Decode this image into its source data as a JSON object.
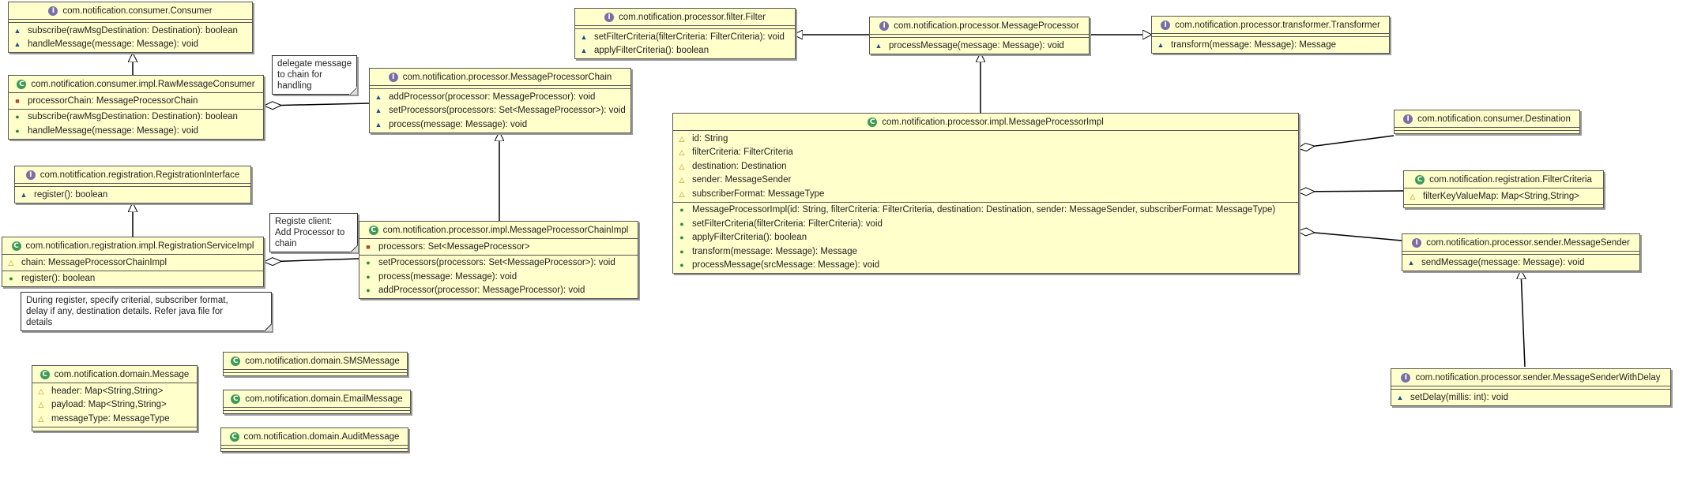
{
  "classes": {
    "consumer": {
      "title": "com.notification.consumer.Consumer",
      "kind": "I",
      "fields": [],
      "methods": [
        {
          "vis": "pkg",
          "text": "subscribe(rawMsgDestination: Destination): boolean"
        },
        {
          "vis": "pkg",
          "text": "handleMessage(message: Message): void"
        }
      ]
    },
    "raw_consumer": {
      "title": "com.notification.consumer.impl.RawMessageConsumer",
      "kind": "C",
      "fields": [
        {
          "vis": "prv",
          "text": "processorChain: MessageProcessorChain"
        }
      ],
      "methods": [
        {
          "vis": "pub",
          "text": "subscribe(rawMsgDestination: Destination): boolean"
        },
        {
          "vis": "pub",
          "text": "handleMessage(message: Message): void"
        }
      ]
    },
    "registration_iface": {
      "title": "com.notitfication.registration.RegistrationInterface",
      "kind": "I",
      "fields": [],
      "methods": [
        {
          "vis": "pkg",
          "text": "register(): boolean"
        }
      ]
    },
    "registration_impl": {
      "title": "com.notification.registration.impl.RegistrationServiceImpl",
      "kind": "C",
      "fields": [
        {
          "vis": "pro",
          "text": "chain: MessageProcessorChainImpl"
        }
      ],
      "methods": [
        {
          "vis": "pub",
          "text": "register(): boolean"
        }
      ]
    },
    "processor_chain": {
      "title": "com.notification.processor.MessageProcessorChain",
      "kind": "I",
      "fields": [],
      "methods": [
        {
          "vis": "pkg",
          "text": "addProcessor(processor: MessageProcessor): void"
        },
        {
          "vis": "pkg",
          "text": "setProcessors(processors: Set<MessageProcessor>): void"
        },
        {
          "vis": "pkg",
          "text": "process(message: Message): void"
        }
      ]
    },
    "processor_chain_impl": {
      "title": "com.notification.processor.impl.MessageProcessorChainImpl",
      "kind": "C",
      "fields": [
        {
          "vis": "prv",
          "text": "processors: Set<MessageProcessor>"
        }
      ],
      "methods": [
        {
          "vis": "pub",
          "text": "setProcessors(processors: Set<MessageProcessor>): void"
        },
        {
          "vis": "pub",
          "text": "process(message: Message): void"
        },
        {
          "vis": "pub",
          "text": "addProcessor(processor: MessageProcessor): void"
        }
      ]
    },
    "filter": {
      "title": "com.notification.processor.filter.Filter",
      "kind": "I",
      "fields": [],
      "methods": [
        {
          "vis": "pkg",
          "text": "setFilterCriteria(filterCriteria: FilterCriteria): void"
        },
        {
          "vis": "pkg",
          "text": "applyFilterCriteria(): boolean"
        }
      ]
    },
    "processor": {
      "title": "com.notification.processor.MessageProcessor",
      "kind": "I",
      "fields": [],
      "methods": [
        {
          "vis": "pkg",
          "text": "processMessage(message: Message): void"
        }
      ]
    },
    "transformer": {
      "title": "com.notification.processor.transformer.Transformer",
      "kind": "I",
      "fields": [],
      "methods": [
        {
          "vis": "pkg",
          "text": "transform(message: Message): Message"
        }
      ]
    },
    "processor_impl": {
      "title": "com.notification.processor.impl.MessageProcessorImpl",
      "kind": "C",
      "fields": [
        {
          "vis": "pro",
          "text": "id: String"
        },
        {
          "vis": "pro",
          "text": "filterCriteria: FilterCriteria"
        },
        {
          "vis": "pro",
          "text": "destination: Destination"
        },
        {
          "vis": "pro",
          "text": "sender: MessageSender"
        },
        {
          "vis": "pro",
          "text": "subscriberFormat: MessageType"
        }
      ],
      "methods": [
        {
          "vis": "pub",
          "text": "MessageProcessorImpl(id: String, filterCriteria: FilterCriteria, destination: Destination, sender: MessageSender, subscriberFormat: MessageType)"
        },
        {
          "vis": "pub",
          "text": "setFilterCriteria(filterCriteria: FilterCriteria): void"
        },
        {
          "vis": "pub",
          "text": "applyFilterCriteria(): boolean"
        },
        {
          "vis": "pub",
          "text": "transform(message: Message): Message"
        },
        {
          "vis": "pub",
          "text": "processMessage(srcMessage: Message): void"
        }
      ]
    },
    "destination": {
      "title": "com.notification.consumer.Destination",
      "kind": "I",
      "fields": [],
      "methods": []
    },
    "filter_criteria": {
      "title": "com.notification.registration.FilterCriteria",
      "kind": "C",
      "fields": [
        {
          "vis": "pro",
          "text": "filterKeyValueMap: Map<String,String>"
        }
      ],
      "methods": []
    },
    "message_sender": {
      "title": "com.notification.processor.sender.MessageSender",
      "kind": "I",
      "fields": [],
      "methods": [
        {
          "vis": "pkg",
          "text": "sendMessage(message: Message): void"
        }
      ]
    },
    "sender_with_delay": {
      "title": "com.notification.processor.sender.MessageSenderWithDelay",
      "kind": "I",
      "fields": [],
      "methods": [
        {
          "vis": "pkg",
          "text": "setDelay(millis: int): void"
        }
      ]
    },
    "message": {
      "title": "com.notification.domain.Message",
      "kind": "C",
      "fields": [
        {
          "vis": "pro",
          "text": "header: Map<String,String>"
        },
        {
          "vis": "pro",
          "text": "payload: Map<String,String>"
        },
        {
          "vis": "pro",
          "text": "messageType: MessageType"
        }
      ],
      "methods": []
    },
    "sms_message": {
      "title": "com.notification.domain.SMSMessage",
      "kind": "C",
      "fields": [],
      "methods": []
    },
    "email_message": {
      "title": "com.notification.domain.EmailMessage",
      "kind": "C",
      "fields": [],
      "methods": []
    },
    "audit_message": {
      "title": "com.notification.domain.AuditMessage",
      "kind": "C",
      "fields": [],
      "methods": []
    }
  },
  "notes": {
    "delegate": "delegate message\nto chain for\nhandling",
    "register_client": "Registe client:\nAdd Processor to\nchain",
    "register_details": "During register, specify criterial, subscriber format,\ndelay if any, destination details. Refer java file for\ndetails"
  },
  "visibility_glyphs": {
    "pkg": "▲",
    "pub": "●",
    "prv": "■",
    "pro": "△"
  },
  "colors": {
    "class_fill": "#ffffcc",
    "interface_badge": "#7b6ea8",
    "class_badge": "#3d9a55"
  }
}
